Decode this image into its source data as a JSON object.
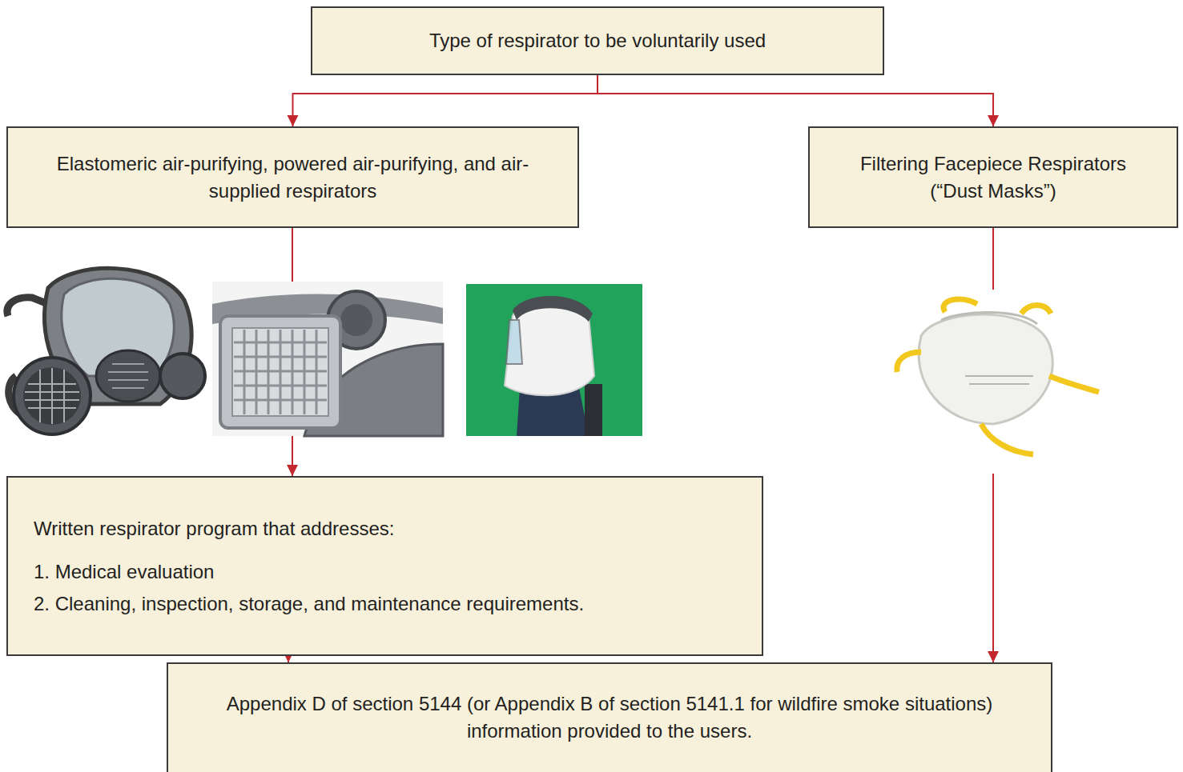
{
  "diagram": {
    "nodes": [
      {
        "text": [
          "Type of respirator to be voluntarily used"
        ]
      },
      {
        "text": [
          "Elastomeric air-purifying, powered air-purifying, and air-supplied respirators"
        ]
      },
      {
        "text": [
          "Filtering Facepiece Respirators (“Dust Masks”)"
        ]
      },
      {
        "text": [
          "Written respirator program that addresses:",
          "1. Medical evaluation",
          "2. Cleaning, inspection, storage, and maintenance requirements."
        ]
      },
      {
        "text": [
          "Appendix D of section 5144 (or Appendix B of section 5141.1 for wildfire smoke situations) information provided to the users."
        ]
      }
    ],
    "edges": [
      {
        "from": 0,
        "to": 1,
        "arrow": "to"
      },
      {
        "from": 0,
        "to": 2,
        "arrow": "to"
      },
      {
        "from": 1,
        "to": 3,
        "arrow": "to"
      },
      {
        "from": 2,
        "to": 4,
        "arrow": "to"
      },
      {
        "from": 3,
        "to": 4,
        "arrow": "to"
      }
    ]
  }
}
